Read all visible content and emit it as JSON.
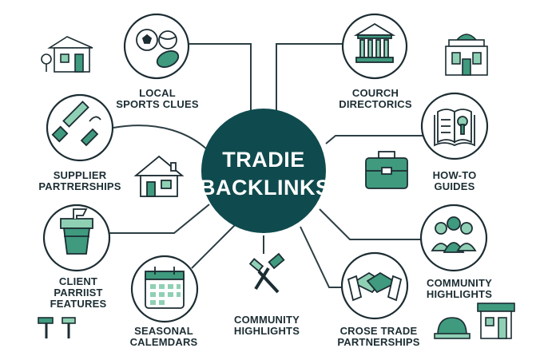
{
  "hub": {
    "line1": "TRADIE",
    "line2": "BACKLINKS"
  },
  "nodes": {
    "local_sports": {
      "line1": "LOCAL",
      "line2": "SPORTS CLUES"
    },
    "council": {
      "line1": "COURCH",
      "line2": "DIRECTORICS"
    },
    "supplier": {
      "line1": "SUPPLIER",
      "line2": "PARTRERSHIPS"
    },
    "howto": {
      "line1": "HOW-TO",
      "line2": "GUIDES"
    },
    "client": {
      "line1": "CLIENT",
      "line2": "PARRIIST",
      "line3": "FEATURES"
    },
    "seasonal": {
      "line1": "SEASONAL",
      "line2": "CALEMDARS"
    },
    "community_center": {
      "line1": "COMMUNITY",
      "line2": "HIGHLIGHTS"
    },
    "community_right": {
      "line1": "COMMUNITY",
      "line2": "HIGHLIGHTS"
    },
    "cross_trade": {
      "line1": "CROSE TRADE",
      "line2": "PARTNERSHIPS"
    }
  },
  "colors": {
    "hub": "#0f4a4e",
    "accent": "#3f9a7e",
    "accent_light": "#8fd0b4",
    "stroke": "#1c2d33",
    "line": "#2c3e44"
  }
}
